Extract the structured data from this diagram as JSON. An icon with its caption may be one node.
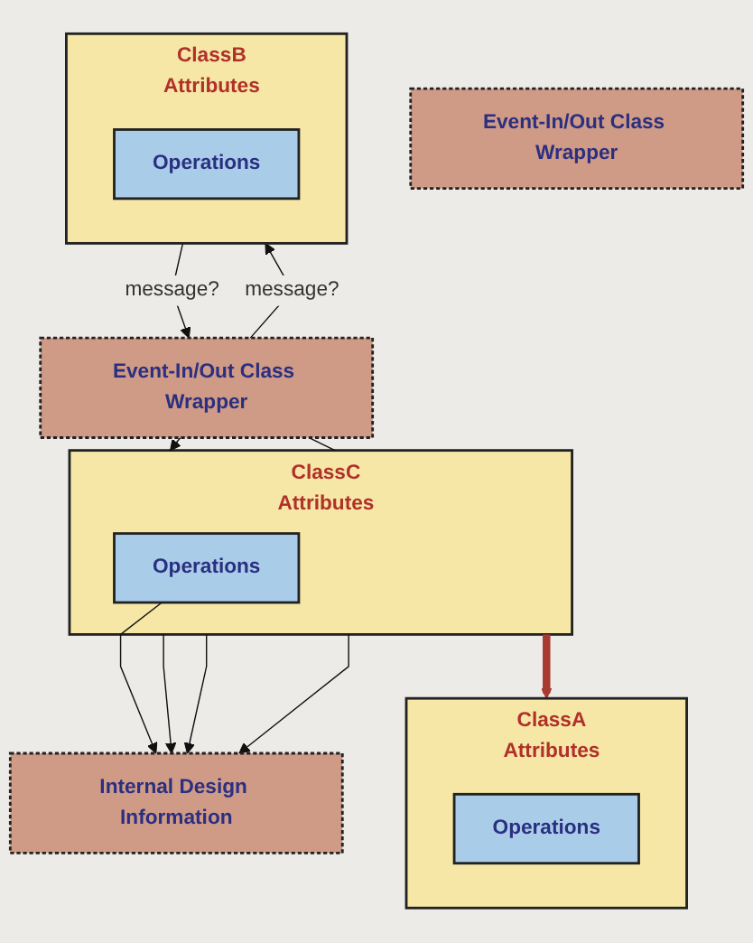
{
  "diagram": {
    "nodes": [
      {
        "text": [
          "ClassA",
          "Attributes"
        ]
      },
      {
        "text": [
          "Operations"
        ],
        "in": 0
      },
      {
        "text": [
          "ClassB",
          "Attributes"
        ]
      },
      {
        "text": [
          "Operations"
        ],
        "in": 2
      },
      {
        "text": [
          "Event-In/Out Class Wrapper"
        ]
      },
      {
        "text": [
          "Internal Design Information"
        ]
      },
      {
        "text": [
          "ClassC",
          "Attributes"
        ]
      },
      {
        "text": [
          "Operations"
        ],
        "in": 6
      },
      {
        "text": [
          "Event-In/Out Class Wrapper"
        ]
      }
    ],
    "edges": [
      {
        "from": 6,
        "to": 0,
        "arrow": "to",
        "style": "thick",
        "color": "#a83a32"
      },
      {
        "from": 4,
        "to": 2,
        "arrow": "to",
        "label": "message?"
      },
      {
        "from": 2,
        "to": 4,
        "arrow": "to",
        "label": "message?"
      },
      {
        "from": 6,
        "to": 4,
        "arrow": "none"
      },
      {
        "from": 4,
        "to": 6,
        "arrow": "to"
      },
      {
        "from": 6,
        "to": 5,
        "arrow": "to"
      },
      {
        "from": 6,
        "to": 5,
        "arrow": "to"
      },
      {
        "from": 6,
        "to": 5,
        "arrow": "to"
      },
      {
        "from": 7,
        "to": 5,
        "arrow": "to"
      }
    ]
  }
}
